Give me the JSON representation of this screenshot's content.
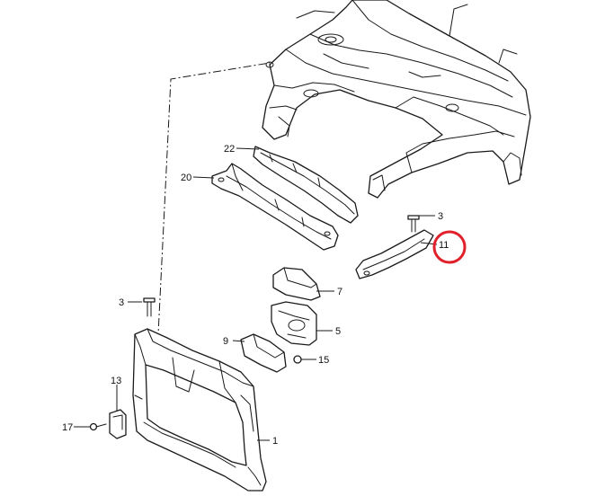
{
  "callouts": [
    {
      "id": "c1",
      "label": "1"
    },
    {
      "id": "c3a",
      "label": "3"
    },
    {
      "id": "c3b",
      "label": "3"
    },
    {
      "id": "c5",
      "label": "5"
    },
    {
      "id": "c7",
      "label": "7"
    },
    {
      "id": "c9",
      "label": "9"
    },
    {
      "id": "c11",
      "label": "11",
      "highlighted": true
    },
    {
      "id": "c13",
      "label": "13"
    },
    {
      "id": "c15",
      "label": "15"
    },
    {
      "id": "c17",
      "label": "17"
    },
    {
      "id": "c20",
      "label": "20"
    },
    {
      "id": "c22",
      "label": "22"
    }
  ],
  "highlight": {
    "color": "#e0202a",
    "target": "11"
  },
  "line_color": "#1a1a1a"
}
